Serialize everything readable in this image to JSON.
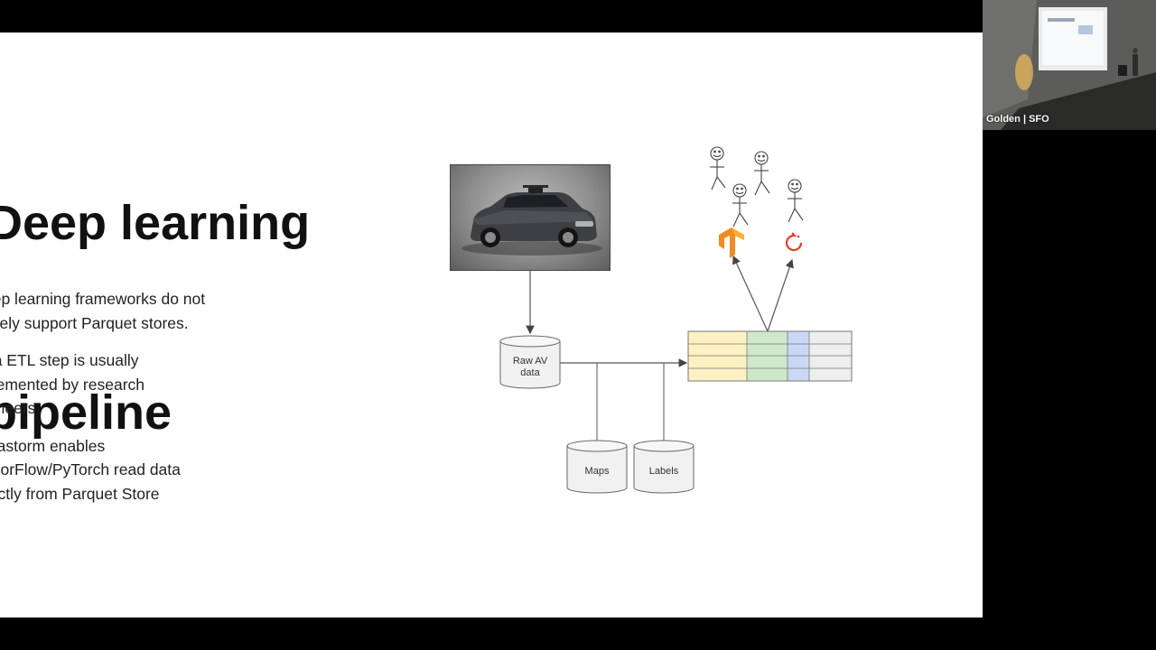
{
  "slide": {
    "title_lines": [
      "Deep learning",
      "pipeline"
    ],
    "bullets": [
      {
        "lines": [
          "eep learning frameworks do not",
          "tively support Parquet stores."
        ]
      },
      {
        "lines": [
          "tra ETL step is usually",
          "plemented by research",
          "gineers."
        ]
      },
      {
        "lines": [
          "etastorm enables",
          "nsorFlow/PyTorch read data",
          "rectly from Parquet Store"
        ]
      }
    ]
  },
  "diagram": {
    "raw_av_label_lines": [
      "Raw AV",
      "data"
    ],
    "maps_label": "Maps",
    "labels_label": "Labels",
    "table_column_colors": [
      "#fdf1c3",
      "#cfe8cc",
      "#c9d9f5",
      "#eeeeee"
    ],
    "icons": [
      "car-photo",
      "stick-figure-icon",
      "tensorflow-logo-icon",
      "pytorch-logo-icon"
    ]
  },
  "video": {
    "participant_label": "Golden | SFO"
  }
}
